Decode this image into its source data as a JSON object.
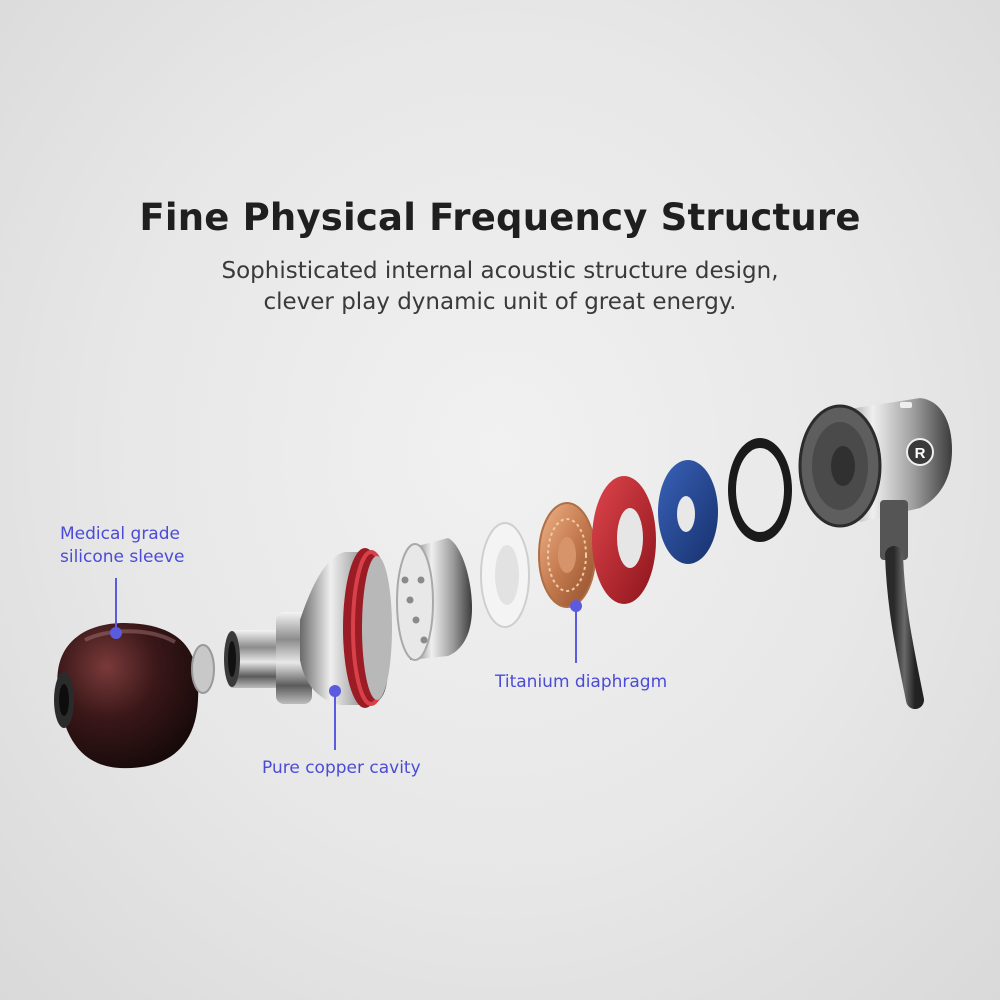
{
  "header": {
    "title": "Fine Physical Frequency Structure",
    "subtitle_line1": "Sophisticated internal acoustic structure design,",
    "subtitle_line2": "clever play dynamic unit of great energy."
  },
  "callouts": {
    "silicone_line1": "Medical grade",
    "silicone_line2": "silicone sleeve",
    "copper_cavity": "Pure copper cavity",
    "titanium_diaphragm": "Titanium diaphragm"
  },
  "components": {
    "housing_marking": "R"
  },
  "colors": {
    "callout": "#4b4bd8",
    "red_ring": "#c0212b",
    "blue_ring": "#24489a",
    "copper_diaphragm": "#c8845a"
  }
}
